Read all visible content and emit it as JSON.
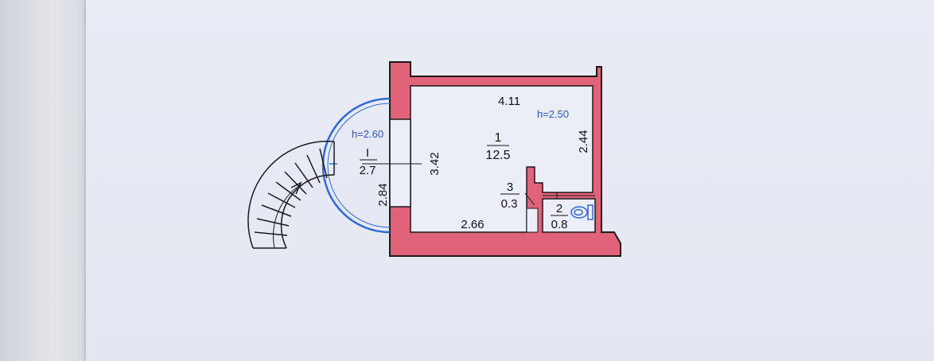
{
  "rooms": {
    "main": {
      "number": "1",
      "area": "12.5"
    },
    "toilet": {
      "number": "2",
      "area": "0.8"
    },
    "closet": {
      "number": "3",
      "area": "0.3"
    },
    "stair": {
      "number": "I",
      "area": "2.7"
    }
  },
  "dimensions": {
    "top": "4.11",
    "right": "2.44",
    "left_inner": "3.42",
    "bottom": "2.66",
    "stair_wall": "2.84"
  },
  "heights": {
    "main": "h=2.50",
    "stair": "h=2.60"
  },
  "colors": {
    "wall": "#e0637a",
    "outline": "#1a1a1a",
    "height_label": "#2b57c9",
    "door_arc": "#2f6ad8"
  }
}
